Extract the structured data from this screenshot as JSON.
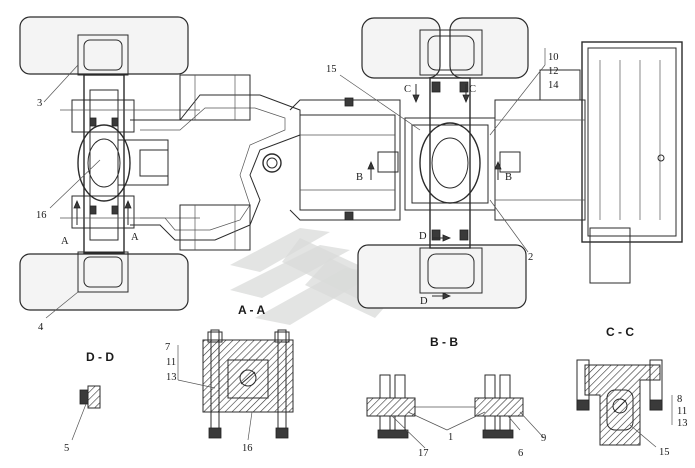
{
  "callouts": [
    "1",
    "2",
    "3",
    "4",
    "5",
    "6",
    "7",
    "8",
    "9",
    "10",
    "11",
    "12",
    "13",
    "14",
    "15",
    "16",
    "17"
  ],
  "section_marks": {
    "b_left": "B",
    "b_right": "B",
    "c_left": "C",
    "c_right": "C",
    "d_top": "D",
    "d_bottom": "D"
  },
  "section_titles": {
    "aa": "A - A",
    "bb": "B - B",
    "cc": "C - C",
    "dd": "D - D"
  },
  "section_a_marks": {
    "left": "A",
    "right": "A"
  },
  "stack_labels": {
    "aa": [
      "7",
      "11",
      "13"
    ],
    "cc": [
      "8",
      "11",
      "13"
    ],
    "top": [
      "10",
      "12",
      "14"
    ]
  },
  "colors": {
    "line": "#2b2b2b",
    "watermark": "#d9dbd9",
    "background": "#ffffff"
  }
}
